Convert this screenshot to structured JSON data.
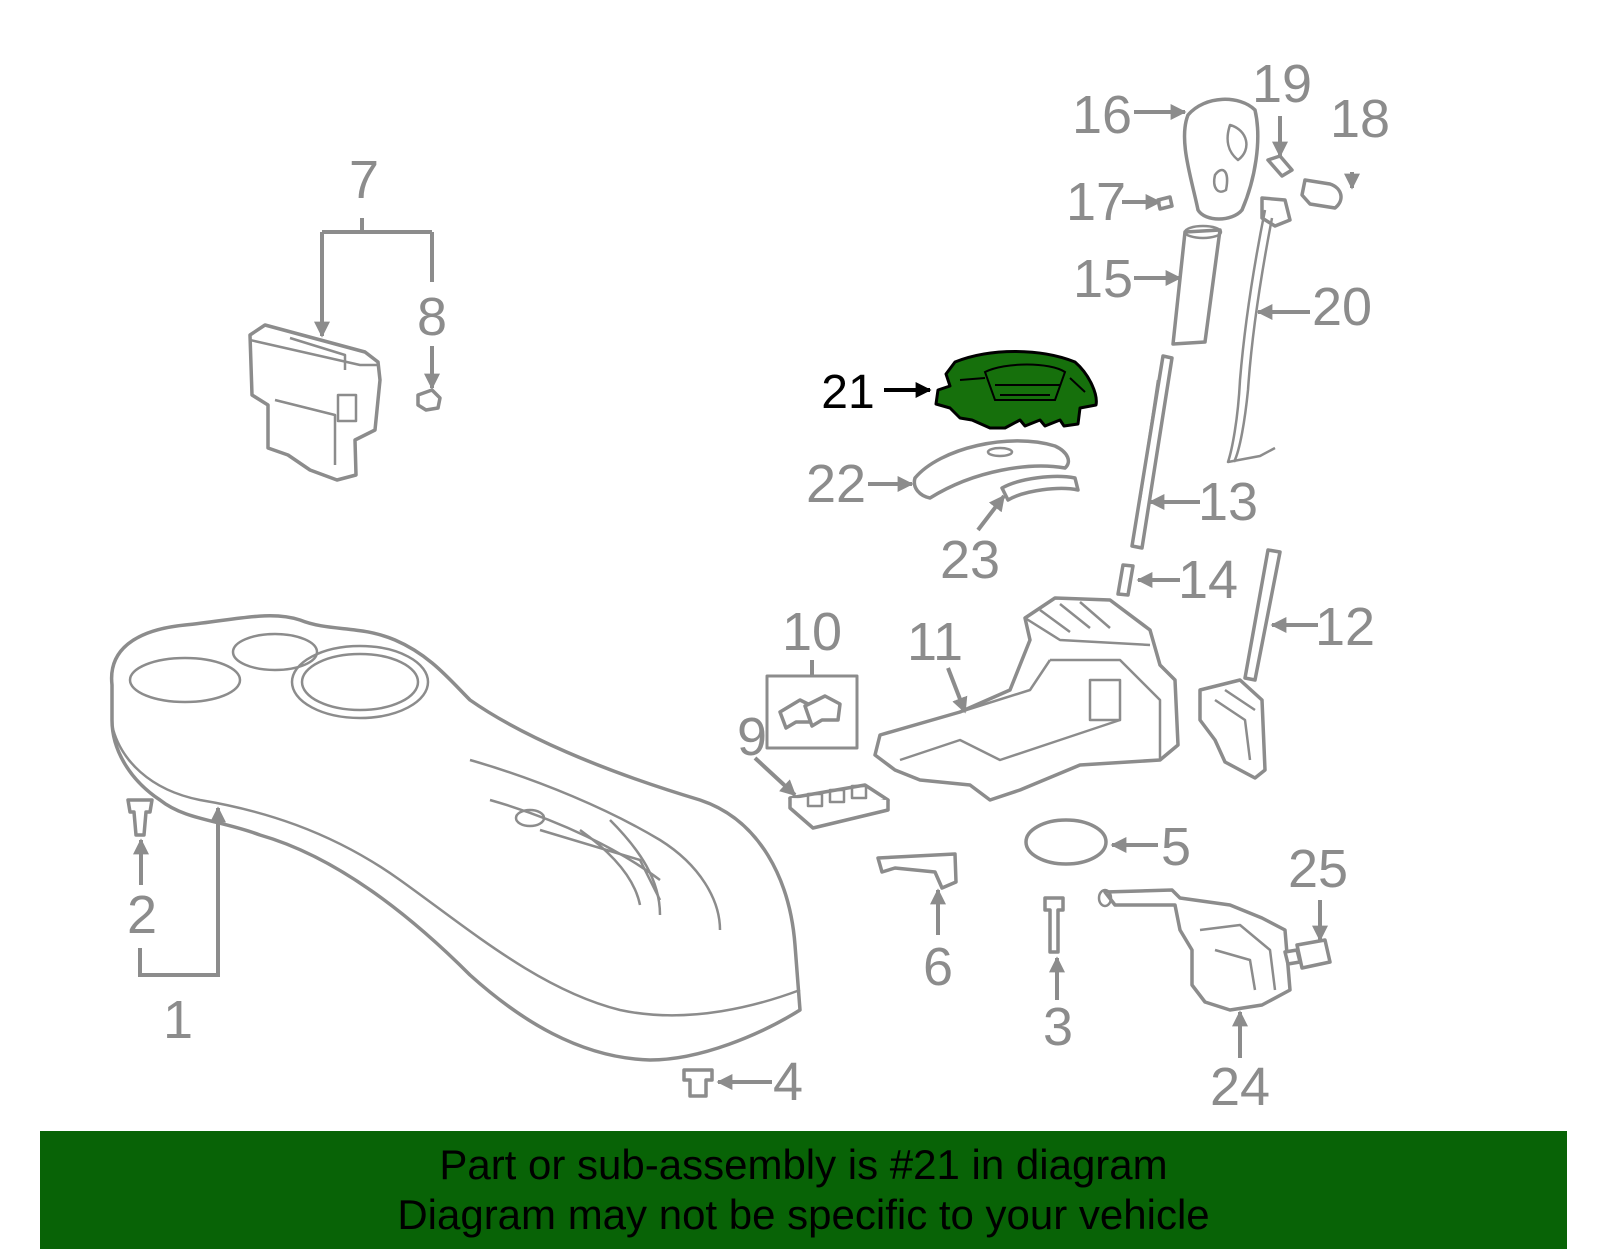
{
  "colors": {
    "line": "#8c8c8c",
    "highlight_fill": "#16700c",
    "banner": "#086306",
    "text": "#000000"
  },
  "diagram": {
    "highlighted_part": "21",
    "labels": {
      "p1": "1",
      "p2": "2",
      "p3": "3",
      "p4": "4",
      "p5": "5",
      "p6": "6",
      "p7": "7",
      "p8": "8",
      "p9": "9",
      "p10": "10",
      "p11": "11",
      "p12": "12",
      "p13": "13",
      "p14": "14",
      "p15": "15",
      "p16": "16",
      "p17": "17",
      "p18": "18",
      "p19": "19",
      "p20": "20",
      "p21": "21",
      "p22": "22",
      "p23": "23",
      "p24": "24",
      "p25": "25"
    }
  },
  "banner": {
    "line1": "Part or sub-assembly is #21 in diagram",
    "line2": "Diagram may not be specific to your vehicle"
  }
}
